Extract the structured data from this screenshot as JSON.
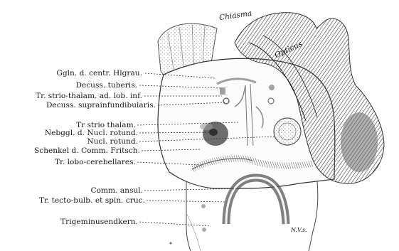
{
  "figure": {
    "labels": [
      "Ggln. d. centr. Hlgrau.",
      "Decuss. tuberis.",
      "Tr. strio-thalam. ad. lob. inf.",
      "Decuss. suprainfundibularis.",
      "Tr strio thalam.",
      "Nebggl. d. Nucl. rotund.",
      "Nucl. rotund.",
      "Schenkel d. Comm. Fritsch.",
      "Tr. lobo-cerebellares.",
      "Comm. ansul.",
      "Tr. tecto-bulb. et spin. cruc.",
      "Trigeminusendkern."
    ],
    "chiasma_label": "Chiasma",
    "opticus_label": "Opticus",
    "bottom_mark": "N.V.s."
  },
  "colors": {
    "ink": "#1a1a1a",
    "paper": "#ffffff",
    "shade": "#8a8a8a"
  }
}
